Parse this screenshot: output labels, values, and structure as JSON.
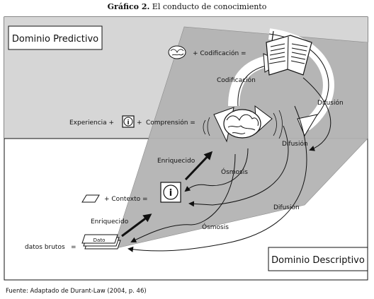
{
  "title": {
    "bold": "Gráfico 2.",
    "rest": " El conducto de conocimiento"
  },
  "domains": {
    "predictive": "Dominio Predictivo",
    "descriptive": "Dominio Descriptivo"
  },
  "labels": {
    "codificacion_eq": "+ Codificación =",
    "codificacion": "Codificación",
    "difusion_right": "Difusión",
    "difusion_mid": "Difusión",
    "difusion_low": "Difusión",
    "experiencia": "Experiencia +",
    "plus": "+",
    "comprension": "Comprensión =",
    "enriquecido_top": "Enriquecido",
    "osmosis_top": "Ósmosis",
    "contexto": "+ Contexto =",
    "enriquecido_low": "Enriquecido",
    "osmosis_low": "Ósmosis",
    "datos_brutos": "datos brutos",
    "equals": "=",
    "dato": "Dato",
    "info_glyph": "i"
  },
  "source": "Fuente: Adaptado de Durant-Law (2004, p. 46)",
  "colors": {
    "predictive_bg": "#d6d6d6",
    "cone": "#b5b5b5",
    "ink": "#111111"
  }
}
